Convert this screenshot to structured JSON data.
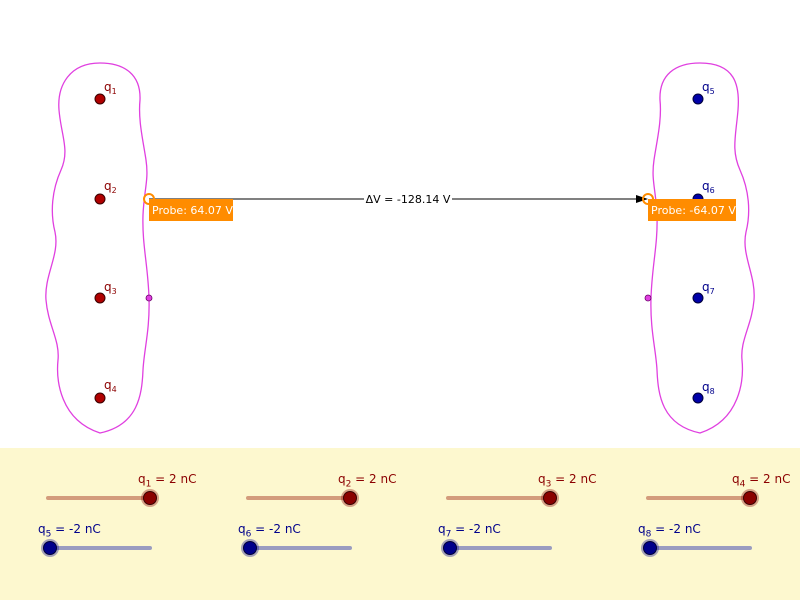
{
  "charges": {
    "left": [
      {
        "name": "q",
        "sub": "1"
      },
      {
        "name": "q",
        "sub": "2"
      },
      {
        "name": "q",
        "sub": "3"
      },
      {
        "name": "q",
        "sub": "4"
      }
    ],
    "right": [
      {
        "name": "q",
        "sub": "5"
      },
      {
        "name": "q",
        "sub": "6"
      },
      {
        "name": "q",
        "sub": "7"
      },
      {
        "name": "q",
        "sub": "8"
      }
    ]
  },
  "probes": {
    "left_label": "Probe: 64.07 V",
    "right_label": "Probe: -64.07 V"
  },
  "delta_v_label": "ΔV = -128.14 V",
  "sliders": [
    {
      "sub": "1",
      "value_text": " = 2 nC",
      "value": 2,
      "min": -2,
      "max": 2
    },
    {
      "sub": "2",
      "value_text": " = 2 nC",
      "value": 2,
      "min": -2,
      "max": 2
    },
    {
      "sub": "3",
      "value_text": " = 2 nC",
      "value": 2,
      "min": -2,
      "max": 2
    },
    {
      "sub": "4",
      "value_text": " = 2 nC",
      "value": 2,
      "min": -2,
      "max": 2
    },
    {
      "sub": "5",
      "value_text": " = -2 nC",
      "value": -2,
      "min": -2,
      "max": 2
    },
    {
      "sub": "6",
      "value_text": " = -2 nC",
      "value": -2,
      "min": -2,
      "max": 2
    },
    {
      "sub": "7",
      "value_text": " = -2 nC",
      "value": -2,
      "min": -2,
      "max": 2
    },
    {
      "sub": "8",
      "value_text": " = -2 nC",
      "value": -2,
      "min": -2,
      "max": 2
    }
  ],
  "colors": {
    "positive": "#8b0000",
    "negative": "#00008b",
    "equipotential": "#e040e0",
    "probe": "#ff8c00",
    "panel_bg": "#fdf8cf"
  }
}
